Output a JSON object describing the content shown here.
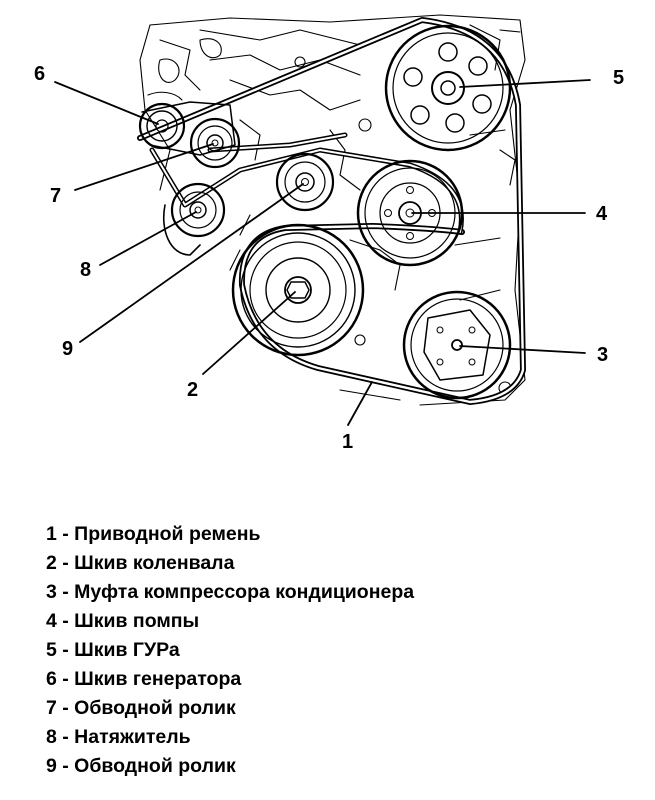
{
  "callouts": [
    {
      "id": "1",
      "label": "1"
    },
    {
      "id": "2",
      "label": "2"
    },
    {
      "id": "3",
      "label": "3"
    },
    {
      "id": "4",
      "label": "4"
    },
    {
      "id": "5",
      "label": "5"
    },
    {
      "id": "6",
      "label": "6"
    },
    {
      "id": "7",
      "label": "7"
    },
    {
      "id": "8",
      "label": "8"
    },
    {
      "id": "9",
      "label": "9"
    }
  ],
  "legend": [
    "1 - Приводной ремень",
    "2 - Шкив коленвала",
    "3 - Муфта компрессора кондиционера",
    "4 - Шкив помпы",
    "5 - Шкив ГУРа",
    "6 - Шкив генератора",
    "7 - Обводной ролик",
    "8 - Натяжитель",
    "9 - Обводной ролик"
  ]
}
